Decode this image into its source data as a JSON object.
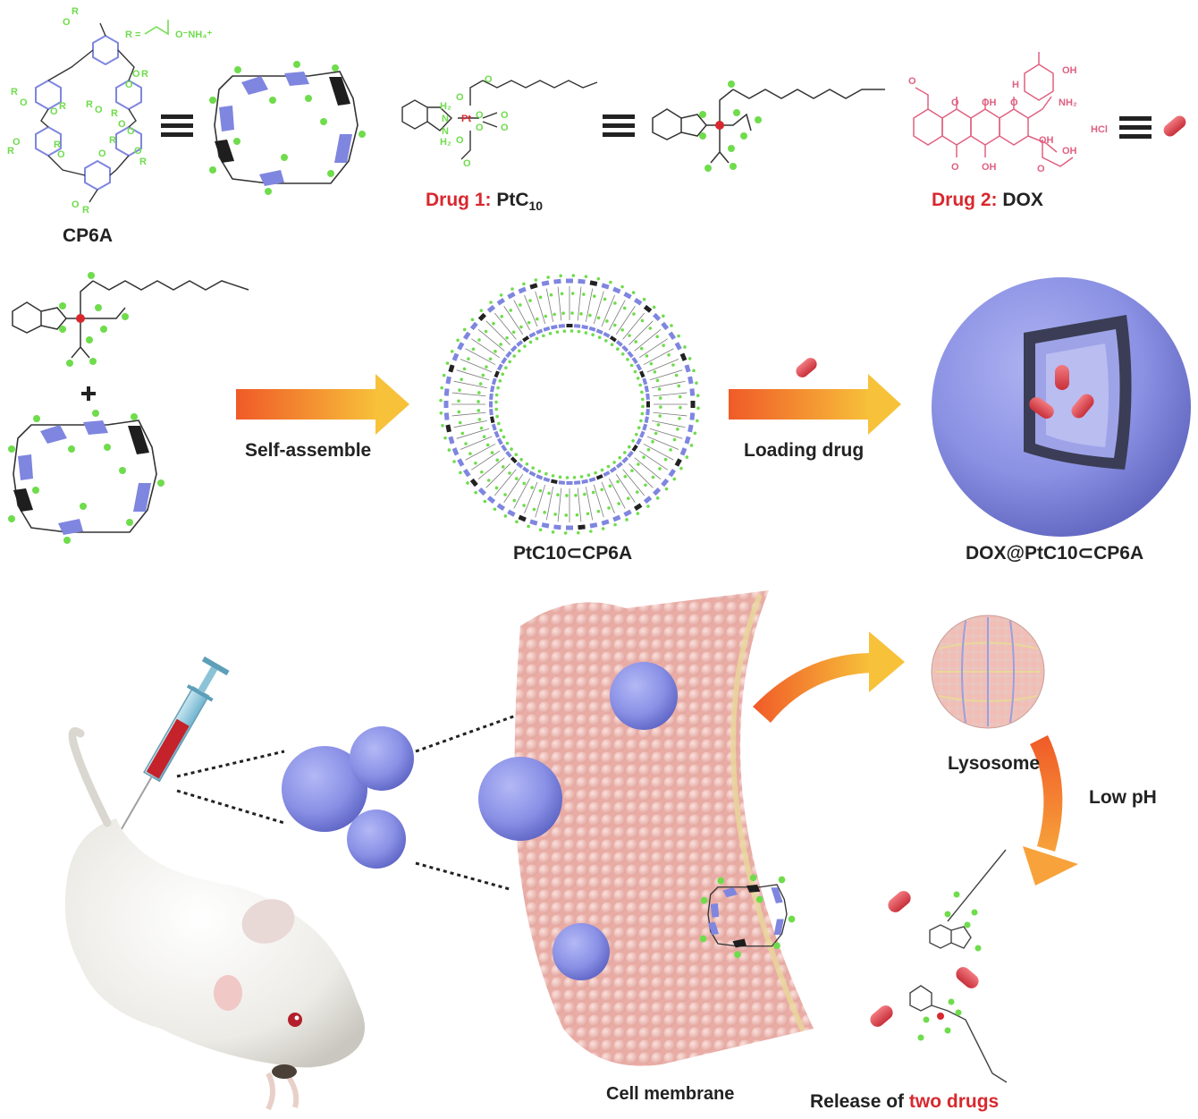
{
  "labels": {
    "cp6a": "CP6A",
    "drug1_prefix": "Drug 1:",
    "drug1_name": "PtC",
    "drug1_sub": "10",
    "drug2_prefix": "Drug 2:",
    "drug2_name": "DOX",
    "self_assemble": "Self-assemble",
    "vesicle": "PtC10⊂CP6A",
    "loading": "Loading drug",
    "loaded": "DOX@PtC10⊂CP6A",
    "lysosome": "Lysosome",
    "low_ph": "Low pH",
    "cell_membrane": "Cell membrane",
    "release_prefix": "Release of",
    "release_highlight": "two drugs"
  },
  "chem": {
    "r_group": "R =",
    "ammonium": "O⁻NH₄⁺",
    "hcl": "HCl",
    "o_r": "O",
    "r": "R",
    "pt": "Pt",
    "o": "O",
    "oh": "OH",
    "nh2": "NH₂",
    "h": "H",
    "h2": "H₂",
    "n": "N"
  },
  "colors": {
    "green": "#6fdc4c",
    "benzene": "#7f86df",
    "sphere": "#8c93e8",
    "dox": "#e8505a",
    "membrane": "#f2b6b0",
    "arrow_start": "#f05a28",
    "arrow_end": "#f7c23a",
    "label_red": "#d8282e"
  }
}
